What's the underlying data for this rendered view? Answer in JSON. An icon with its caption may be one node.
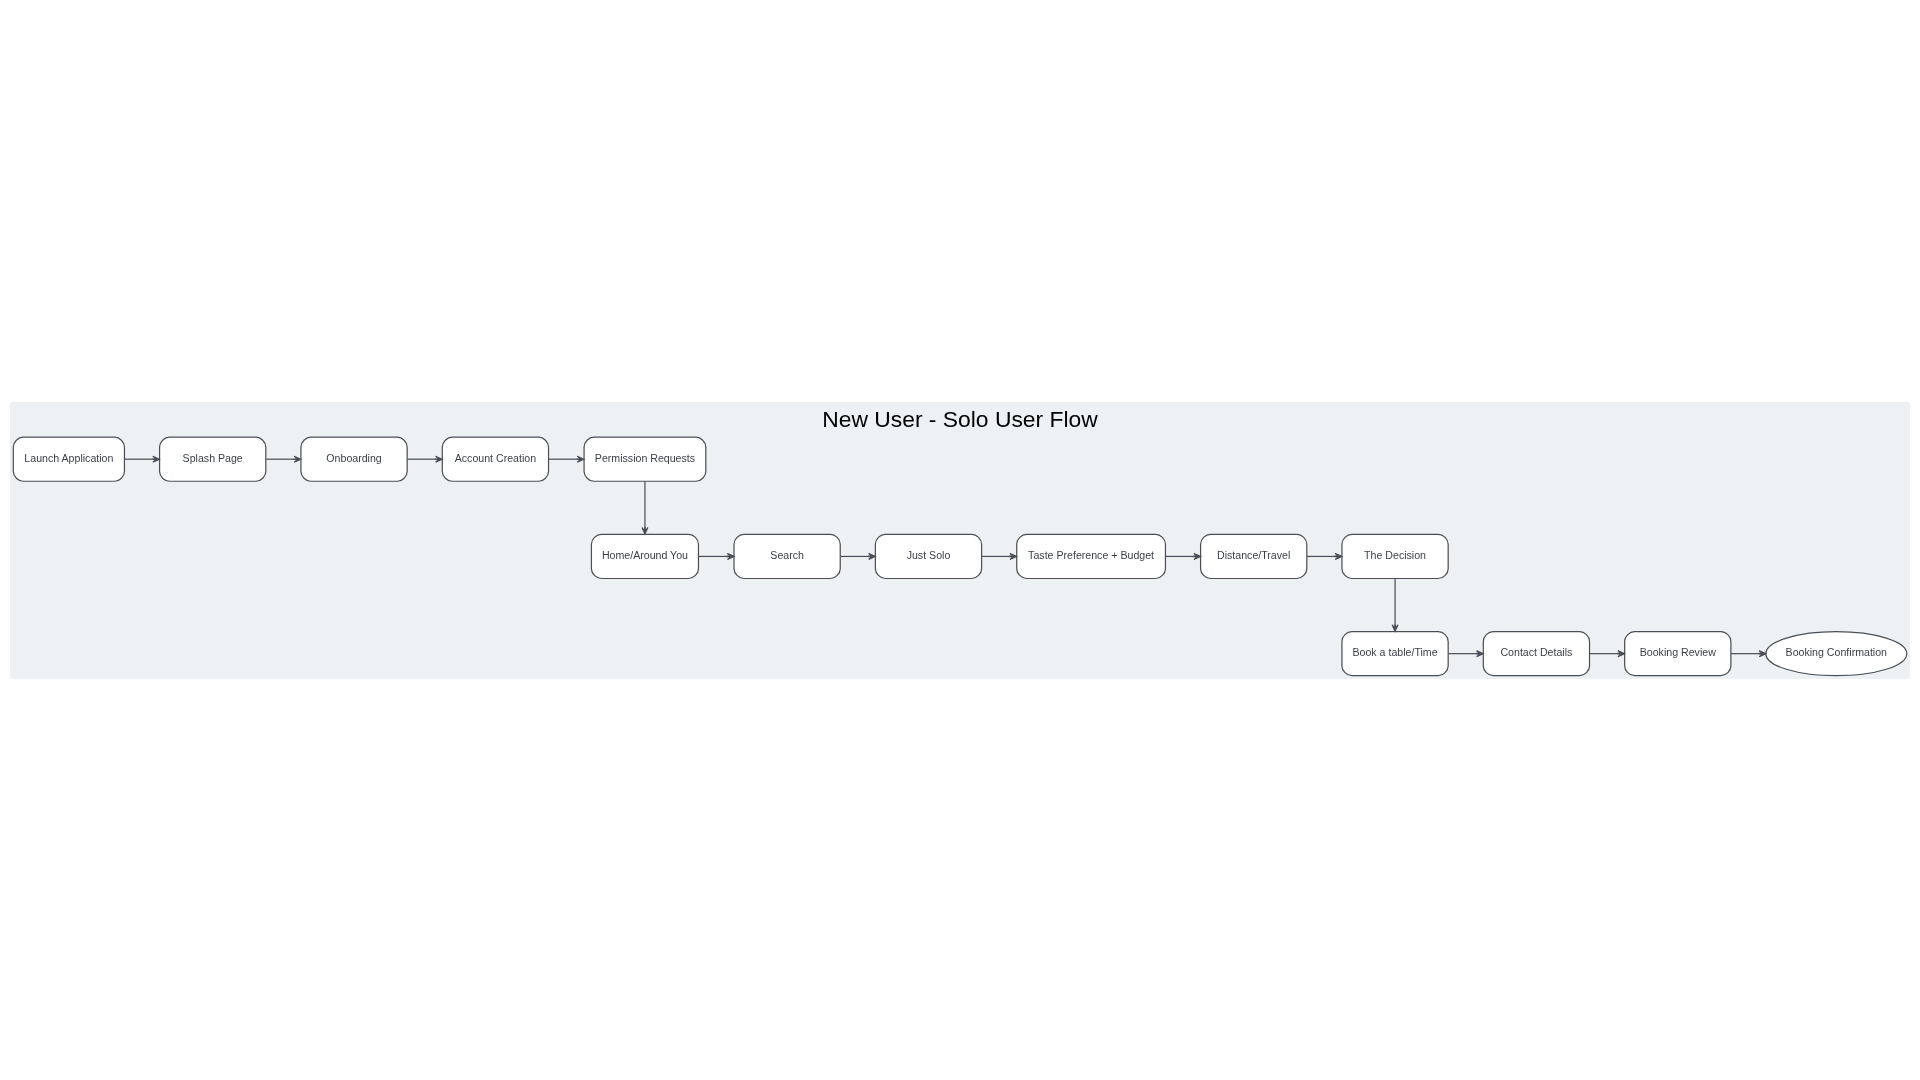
{
  "diagram": {
    "title": "New User - Solo User Flow",
    "nodes": [
      {
        "text": [
          "Launch Application"
        ]
      },
      {
        "text": [
          "Splash Page"
        ]
      },
      {
        "text": [
          "Onboarding"
        ]
      },
      {
        "text": [
          "Account Creation"
        ]
      },
      {
        "text": [
          "Permission Requests"
        ]
      },
      {
        "text": [
          "Home/Around You"
        ]
      },
      {
        "text": [
          "Search"
        ]
      },
      {
        "text": [
          "Just Solo"
        ]
      },
      {
        "text": [
          "Taste Preference + Budget"
        ]
      },
      {
        "text": [
          "Distance/Travel"
        ]
      },
      {
        "text": [
          "The Decision"
        ]
      },
      {
        "text": [
          "Book a table/Time"
        ]
      },
      {
        "text": [
          "Contact Details"
        ]
      },
      {
        "text": [
          "Booking Review"
        ]
      },
      {
        "text": [
          "Booking Confirmation"
        ]
      }
    ],
    "edges": [
      {
        "from": 0,
        "to": 1,
        "arrow": "to"
      },
      {
        "from": 1,
        "to": 2,
        "arrow": "to"
      },
      {
        "from": 2,
        "to": 3,
        "arrow": "to"
      },
      {
        "from": 3,
        "to": 4,
        "arrow": "to"
      },
      {
        "from": 4,
        "to": 5,
        "arrow": "to"
      },
      {
        "from": 5,
        "to": 6,
        "arrow": "to"
      },
      {
        "from": 6,
        "to": 7,
        "arrow": "to"
      },
      {
        "from": 7,
        "to": 8,
        "arrow": "to"
      },
      {
        "from": 8,
        "to": 9,
        "arrow": "to"
      },
      {
        "from": 9,
        "to": 10,
        "arrow": "to"
      },
      {
        "from": 10,
        "to": 11,
        "arrow": "to"
      },
      {
        "from": 11,
        "to": 12,
        "arrow": "to"
      },
      {
        "from": 12,
        "to": 13,
        "arrow": "to"
      },
      {
        "from": 13,
        "to": 14,
        "arrow": "to"
      }
    ]
  }
}
